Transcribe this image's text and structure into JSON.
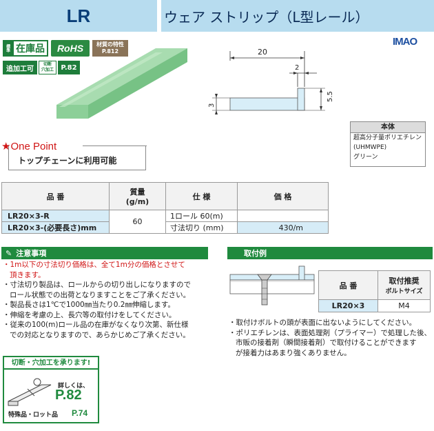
{
  "header": {
    "code": "LR",
    "title": "ウェア ストリップ（L型レール）"
  },
  "badges": {
    "standard": "標準",
    "stock": "在庫品",
    "rohs": "RoHS",
    "material_line1": "材質の特性",
    "material_page": "P.812",
    "additional": "追加工可",
    "cut_line1": "切断",
    "cut_line2": "穴加工",
    "additional_page": "P.82"
  },
  "brand": "IMAO",
  "drawing": {
    "width": "20",
    "gap": "2",
    "thickness": "3",
    "height": "5.5"
  },
  "body_box": {
    "header": "本体",
    "lines": [
      "超高分子量ポリエチレン",
      "(UHMWPE)",
      "グリーン"
    ]
  },
  "one_point": {
    "label": "★One Point",
    "text": "トップチェーンに利用可能"
  },
  "spec_table": {
    "headers": {
      "model": "品 番",
      "weight_l1": "質量",
      "weight_l2": "(g/m)",
      "spec": "仕 様",
      "price": "価 格"
    },
    "rows": [
      {
        "model": "LR20×3-R",
        "spec": "1ロール 60(m)",
        "price": ""
      },
      {
        "model": "LR20×3-(必要長さ)mm",
        "spec": "寸法切り (mm)",
        "price": "430/m"
      }
    ],
    "weight": "60"
  },
  "caution": {
    "title": "注意事項",
    "items": [
      {
        "text": "・1m以下の寸法切り価格は、全て1m分の価格とさせて",
        "text2": "頂きます。",
        "red": true
      },
      {
        "text": "・寸法切り製品は、ロールからの切り出しになりますので",
        "text2": "ロール状態での出荷となりますことをご了承ください。",
        "red": false
      },
      {
        "text": "・製品長さは1℃で1000㎜当たり0.2㎜伸縮します。",
        "text2": "",
        "red": false
      },
      {
        "text": "・伸縮を考慮の上、長穴等の取付けをしてください。",
        "text2": "",
        "red": false
      },
      {
        "text": "・従来の100(m)ロール品の在庫がなくなり次第、新仕様",
        "text2": "での対応となりますので、あらかじめご了承ください。",
        "red": false
      }
    ]
  },
  "service": {
    "header": "切断・穴加工を承ります!",
    "detail": "詳しくは、",
    "page": "P.82",
    "special": "特殊品・ロット品",
    "special_page": "P.74"
  },
  "mounting": {
    "title": "取付例",
    "table": {
      "h_model": "品 番",
      "h_bolt_l1": "取付推奨",
      "h_bolt_l2": "ボルトサイズ",
      "model": "LR20×3",
      "bolt": "M4"
    },
    "notes": [
      {
        "text": "・取付けボルトの頭が表面に出ないようにしてください。",
        "text2": ""
      },
      {
        "text": "・ポリエチレンは、表面処理剤（プライマー）で処理した後、",
        "text2": "市販の接着剤（瞬間接着剤）で取付けることができます",
        "text3": "が接着力はあまり強くありません。"
      }
    ]
  },
  "colors": {
    "header_bg": "#b7dcef",
    "green": "#1f8a3e",
    "accent_red": "#d01515",
    "model_cell": "#d6ecf7"
  }
}
